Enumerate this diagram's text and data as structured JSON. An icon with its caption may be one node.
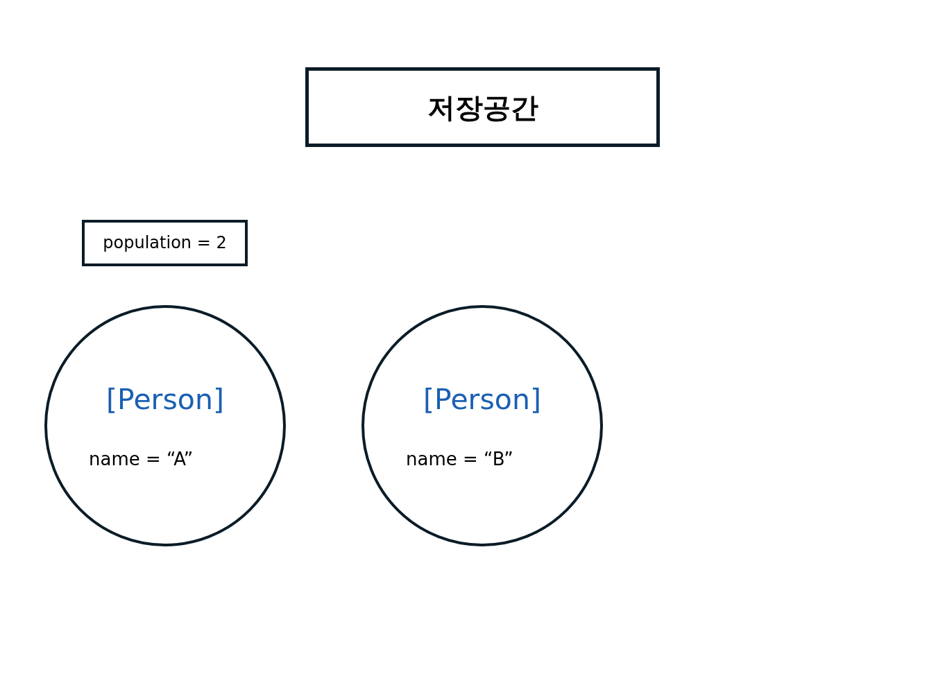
{
  "diagram": {
    "nodes": [
      {
        "text": [
          "저장공간"
        ]
      },
      {
        "text": [
          "population = 2"
        ]
      },
      {
        "text": [
          "[Person]",
          "name = “A”"
        ]
      },
      {
        "text": [
          "[Person]",
          "name = “B”"
        ]
      }
    ],
    "edges": []
  }
}
